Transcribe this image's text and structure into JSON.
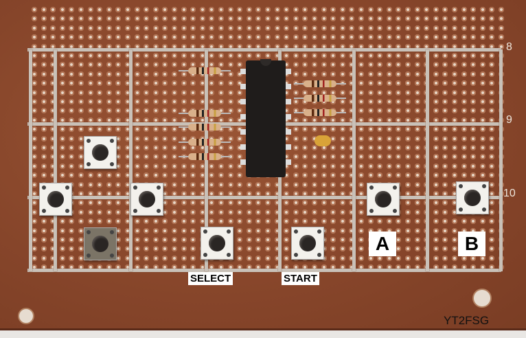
{
  "board": {
    "row_numbers": [
      "8",
      "9",
      "10"
    ],
    "watermark": "YT2FSG"
  },
  "buttons": {
    "dpad": [
      "up",
      "left",
      "right",
      "down"
    ],
    "select_label": "SELECT",
    "start_label": "START",
    "a_label": "A",
    "b_label": "B"
  },
  "colors": {
    "board": "#8b4a2c",
    "trace": "#c9c1b8",
    "chip": "#1f1c1b",
    "capacitor": "#d9a338"
  }
}
